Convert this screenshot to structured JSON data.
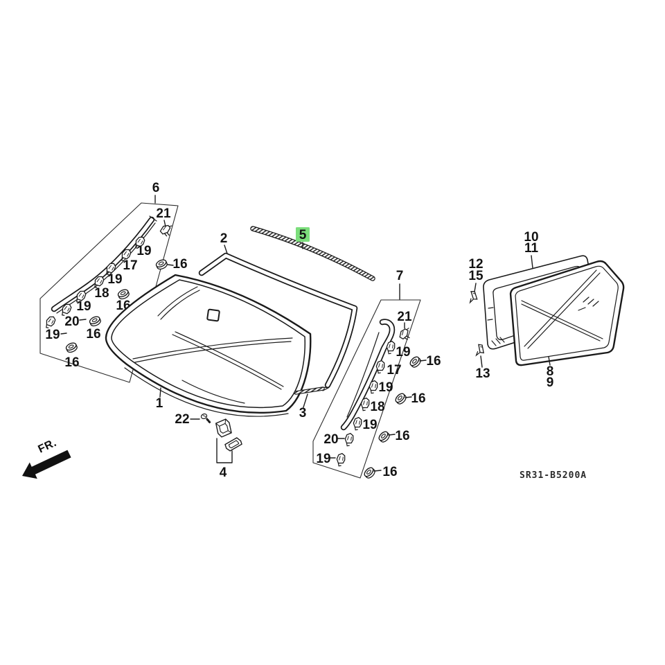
{
  "page": {
    "background": "#ffffff",
    "ink": "#1a1a1a",
    "diagram_code": "SR31-B5200A",
    "fr_label": "FR."
  },
  "highlight": {
    "label": "5",
    "background": "#7CDE7C",
    "text_color": "#0E7D0E"
  },
  "left_assembly": {
    "callouts": [
      "6",
      "21",
      "19",
      "16",
      "17",
      "19",
      "18",
      "16",
      "19",
      "20",
      "16",
      "19",
      "16"
    ]
  },
  "windshield": {
    "callouts": [
      "2",
      "1",
      "3",
      "22",
      "4"
    ]
  },
  "right_assembly": {
    "callouts": [
      "7",
      "21",
      "19",
      "16",
      "17",
      "19",
      "16",
      "18",
      "19",
      "16",
      "20",
      "19",
      "16"
    ]
  },
  "quarter_window": {
    "callouts": [
      "10",
      "11",
      "12",
      "15",
      "13",
      "8",
      "9"
    ]
  }
}
